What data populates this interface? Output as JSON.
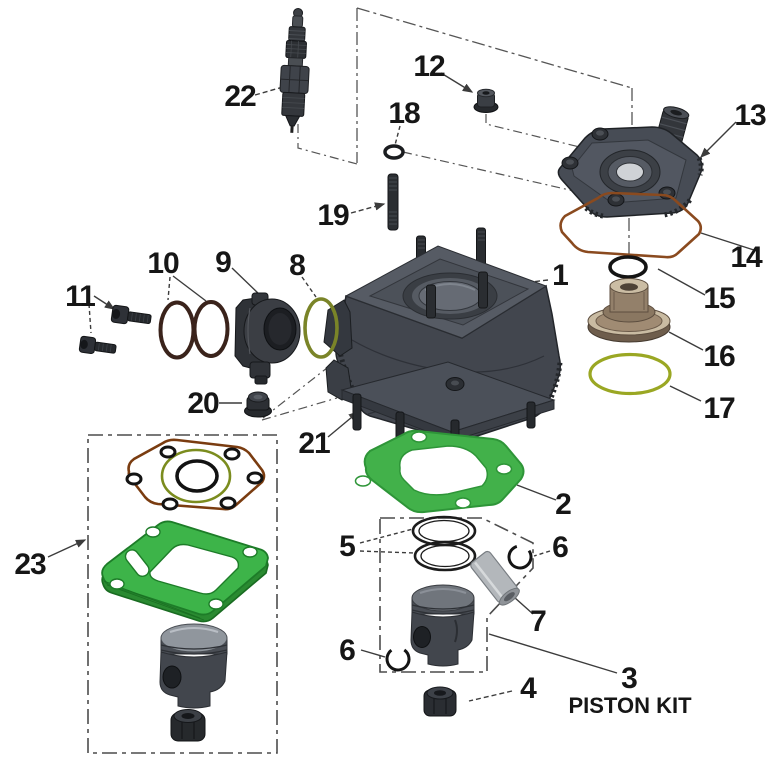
{
  "figure": {
    "type": "exploded-parts-diagram",
    "kit_label": "PISTON KIT",
    "callouts": {
      "c1": "1",
      "c2": "2",
      "c3": "3",
      "c4": "4",
      "c5": "5",
      "c6a": "6",
      "c6b": "6",
      "c7": "7",
      "c8": "8",
      "c9": "9",
      "c10": "10",
      "c11": "11",
      "c12": "12",
      "c13": "13",
      "c14": "14",
      "c15": "15",
      "c16": "16",
      "c17": "17",
      "c18": "18",
      "c19": "19",
      "c20": "20",
      "c21": "21",
      "c22": "22",
      "c23": "23"
    },
    "colors": {
      "background": "#ffffff",
      "base_gasket_green": "#3db449",
      "oring_olive": "#8a9422",
      "oring_dark_brown": "#3a231b",
      "head_gasket_copper": "#8a4a1f",
      "kit_gasket_brown": "#7a3c10",
      "insert_tan": "#a5917a",
      "metal_dark_gray": "#42464e",
      "line_gray": "#4c4c4c"
    }
  }
}
